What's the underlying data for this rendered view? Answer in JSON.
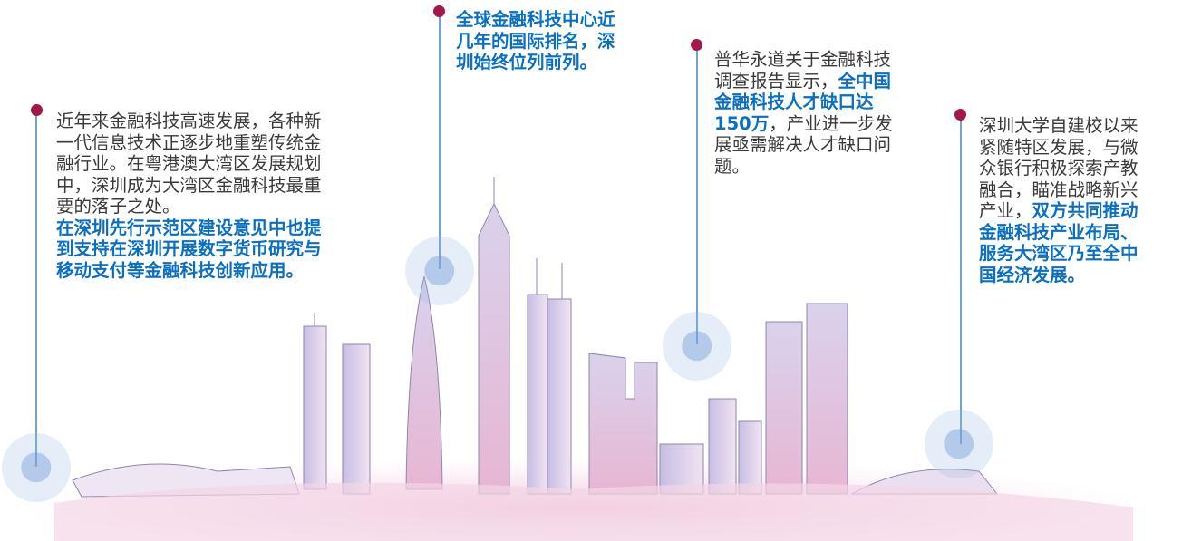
{
  "colors": {
    "highlight": "#0a6fc0",
    "marker": "#a3174b",
    "line": "#6fa3d6",
    "text": "#3a3a3a"
  },
  "callouts": [
    {
      "id": "development",
      "lines": [
        [
          {
            "t": "近年来金融科技高速发展，各种新"
          }
        ],
        [
          {
            "t": "一代信息技术正逐步地重塑传统金"
          }
        ],
        [
          {
            "t": "融行业。在粤港澳大湾区发展规划"
          }
        ],
        [
          {
            "t": "中，深圳成为大湾区金融科技最重"
          }
        ],
        [
          {
            "t": "要的落子之处。"
          }
        ],
        [
          {
            "t": "在深圳先行示范区建设意见中也提",
            "hl": true
          }
        ],
        [
          {
            "t": "到支持在深圳开展数字货币研究与",
            "hl": true
          }
        ],
        [
          {
            "t": "移动支付等金融科技创新应用。",
            "hl": true
          }
        ]
      ]
    },
    {
      "id": "ranking",
      "lines": [
        [
          {
            "t": "全球金融科技中心近",
            "hl": true
          }
        ],
        [
          {
            "t": "几年的国际排名，深",
            "hl": true
          }
        ],
        [
          {
            "t": "圳始终位列前列。",
            "hl": true
          }
        ]
      ]
    },
    {
      "id": "talent-gap",
      "lines": [
        [
          {
            "t": "普华永道关于金融科技"
          }
        ],
        [
          {
            "t": "调查报告显示，"
          },
          {
            "t": "全中国",
            "hl": true
          }
        ],
        [
          {
            "t": "金融科技人才缺口达",
            "hl": true
          }
        ],
        [
          {
            "t": "150万",
            "hl": true
          },
          {
            "t": "，产业进一步发"
          }
        ],
        [
          {
            "t": "展亟需解决人才缺口问"
          }
        ],
        [
          {
            "t": "题。"
          }
        ]
      ]
    },
    {
      "id": "university",
      "lines": [
        [
          {
            "t": "深圳大学自建校以来"
          }
        ],
        [
          {
            "t": "紧随特区发展，与微"
          }
        ],
        [
          {
            "t": "众银行积极探索产教"
          }
        ],
        [
          {
            "t": "融合，瞄准战略新兴"
          }
        ],
        [
          {
            "t": "产业，"
          },
          {
            "t": "双方共同推动",
            "hl": true
          }
        ],
        [
          {
            "t": "金融科技产业布局、",
            "hl": true
          }
        ],
        [
          {
            "t": "服务大湾区乃至全中",
            "hl": true
          }
        ],
        [
          {
            "t": "国经济发展。",
            "hl": true
          }
        ]
      ]
    }
  ]
}
